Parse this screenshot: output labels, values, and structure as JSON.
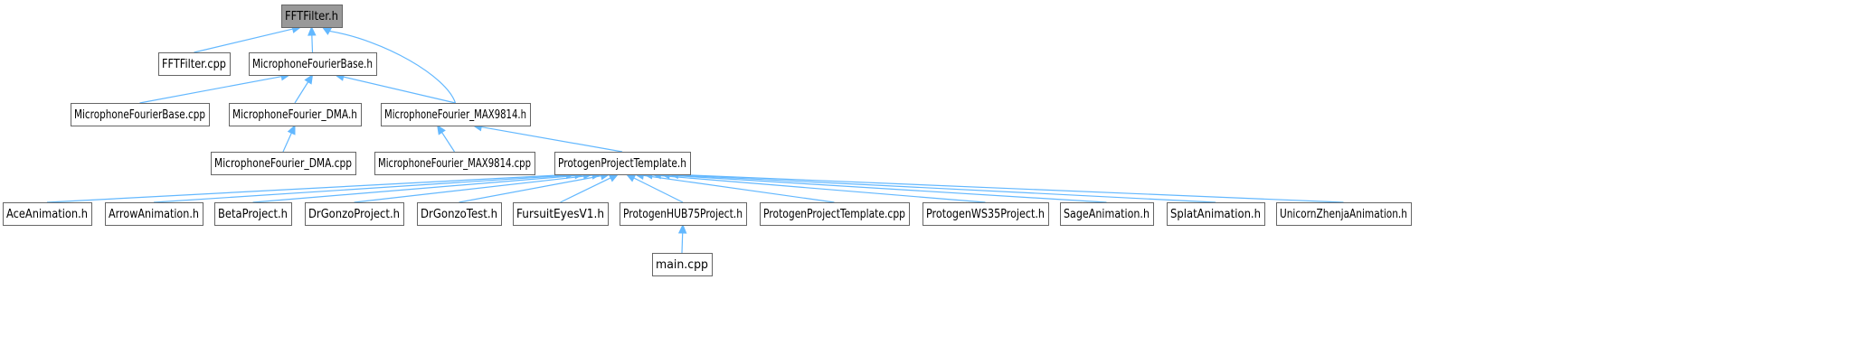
{
  "graph": {
    "edge_color": "#63b8ff",
    "node_border_color": "#666666",
    "root_fill_color": "#999999",
    "nodes": [
      {
        "id": "fftfilter_h",
        "label": "FFTFilter.h",
        "root": true
      },
      {
        "id": "fftfilter_cpp",
        "label": "FFTFilter.cpp"
      },
      {
        "id": "mfb_h",
        "label": "MicrophoneFourierBase.h"
      },
      {
        "id": "mfb_cpp",
        "label": "MicrophoneFourierBase.cpp"
      },
      {
        "id": "mf_dma_h",
        "label": "MicrophoneFourier_DMA.h"
      },
      {
        "id": "mf_max_h",
        "label": "MicrophoneFourier_MAX9814.h"
      },
      {
        "id": "mf_dma_cpp",
        "label": "MicrophoneFourier_DMA.cpp"
      },
      {
        "id": "mf_max_cpp",
        "label": "MicrophoneFourier_MAX9814.cpp"
      },
      {
        "id": "ppt_h",
        "label": "ProtogenProjectTemplate.h"
      },
      {
        "id": "ace",
        "label": "AceAnimation.h"
      },
      {
        "id": "arrow",
        "label": "ArrowAnimation.h"
      },
      {
        "id": "beta",
        "label": "BetaProject.h"
      },
      {
        "id": "drgonzo_p",
        "label": "DrGonzoProject.h"
      },
      {
        "id": "drgonzo_t",
        "label": "DrGonzoTest.h"
      },
      {
        "id": "fursuit",
        "label": "FursuitEyesV1.h"
      },
      {
        "id": "hub75",
        "label": "ProtogenHUB75Project.h"
      },
      {
        "id": "ppt_cpp",
        "label": "ProtogenProjectTemplate.cpp"
      },
      {
        "id": "ws35",
        "label": "ProtogenWS35Project.h"
      },
      {
        "id": "sage",
        "label": "SageAnimation.h"
      },
      {
        "id": "splat",
        "label": "SplatAnimation.h"
      },
      {
        "id": "unicorn",
        "label": "UnicornZhenjaAnimation.h"
      },
      {
        "id": "main_cpp",
        "label": "main.cpp"
      }
    ],
    "edges": [
      {
        "from": "fftfilter_cpp",
        "to": "fftfilter_h"
      },
      {
        "from": "mfb_h",
        "to": "fftfilter_h"
      },
      {
        "from": "mf_max_h",
        "to": "fftfilter_h"
      },
      {
        "from": "mfb_cpp",
        "to": "mfb_h"
      },
      {
        "from": "mf_dma_h",
        "to": "mfb_h"
      },
      {
        "from": "mf_max_h",
        "to": "mfb_h"
      },
      {
        "from": "mf_dma_cpp",
        "to": "mf_dma_h"
      },
      {
        "from": "mf_max_cpp",
        "to": "mf_max_h"
      },
      {
        "from": "ppt_h",
        "to": "mf_max_h"
      },
      {
        "from": "ace",
        "to": "ppt_h"
      },
      {
        "from": "arrow",
        "to": "ppt_h"
      },
      {
        "from": "beta",
        "to": "ppt_h"
      },
      {
        "from": "drgonzo_p",
        "to": "ppt_h"
      },
      {
        "from": "drgonzo_t",
        "to": "ppt_h"
      },
      {
        "from": "fursuit",
        "to": "ppt_h"
      },
      {
        "from": "hub75",
        "to": "ppt_h"
      },
      {
        "from": "ppt_cpp",
        "to": "ppt_h"
      },
      {
        "from": "ws35",
        "to": "ppt_h"
      },
      {
        "from": "sage",
        "to": "ppt_h"
      },
      {
        "from": "splat",
        "to": "ppt_h"
      },
      {
        "from": "unicorn",
        "to": "ppt_h"
      },
      {
        "from": "main_cpp",
        "to": "hub75"
      }
    ]
  }
}
